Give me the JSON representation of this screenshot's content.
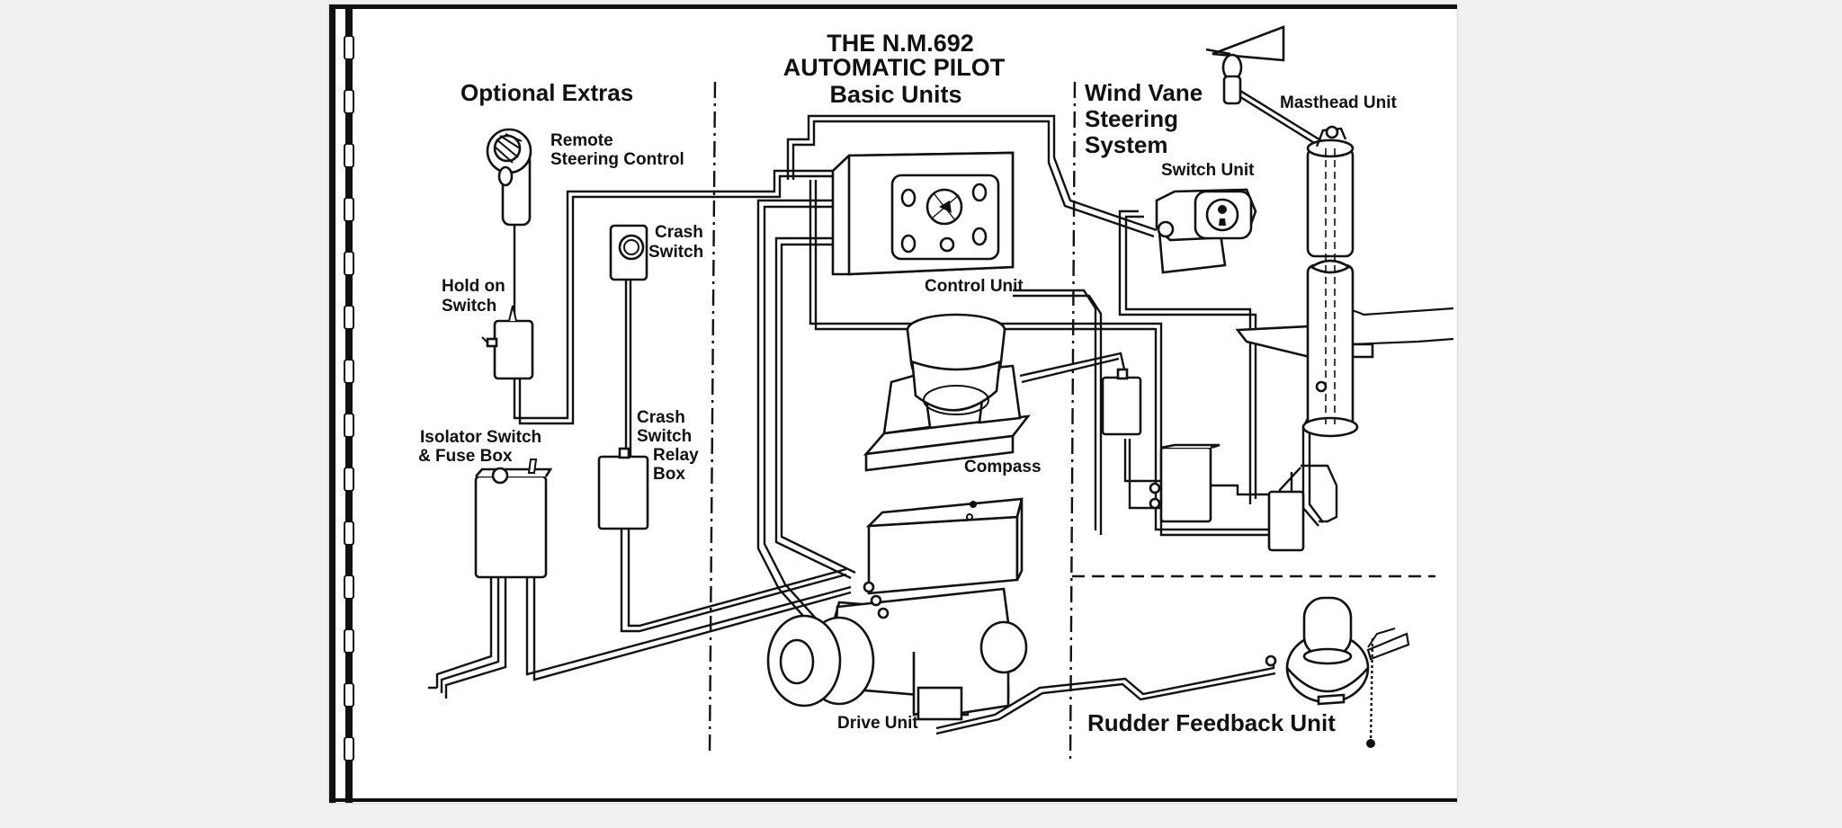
{
  "title": {
    "line1": "THE  N.M.692",
    "line2": "AUTOMATIC PILOT"
  },
  "sections": {
    "optional_extras": "Optional Extras",
    "basic_units": "Basic Units",
    "wind_vane": [
      "Wind Vane",
      "Steering",
      "System"
    ],
    "rudder_feedback": "Rudder Feedback Unit"
  },
  "labels": {
    "remote_steering": [
      "Remote",
      "Steering Control"
    ],
    "hold_on_switch": [
      "Hold on",
      "Switch"
    ],
    "crash_switch": [
      "Crash",
      "Switch"
    ],
    "isolator_switch": [
      "Isolator Switch",
      "& Fuse Box"
    ],
    "crash_switch_relay": [
      "Crash",
      "Switch",
      "Relay",
      "Box"
    ],
    "control_unit": "Control Unit",
    "compass": "Compass",
    "drive_unit": "Drive Unit",
    "switch_unit": "Switch Unit",
    "masthead_unit": "Masthead Unit"
  },
  "colors": {
    "page_background": "#f1f1f1",
    "sheet": "#ffffff",
    "ink": "#111111"
  }
}
